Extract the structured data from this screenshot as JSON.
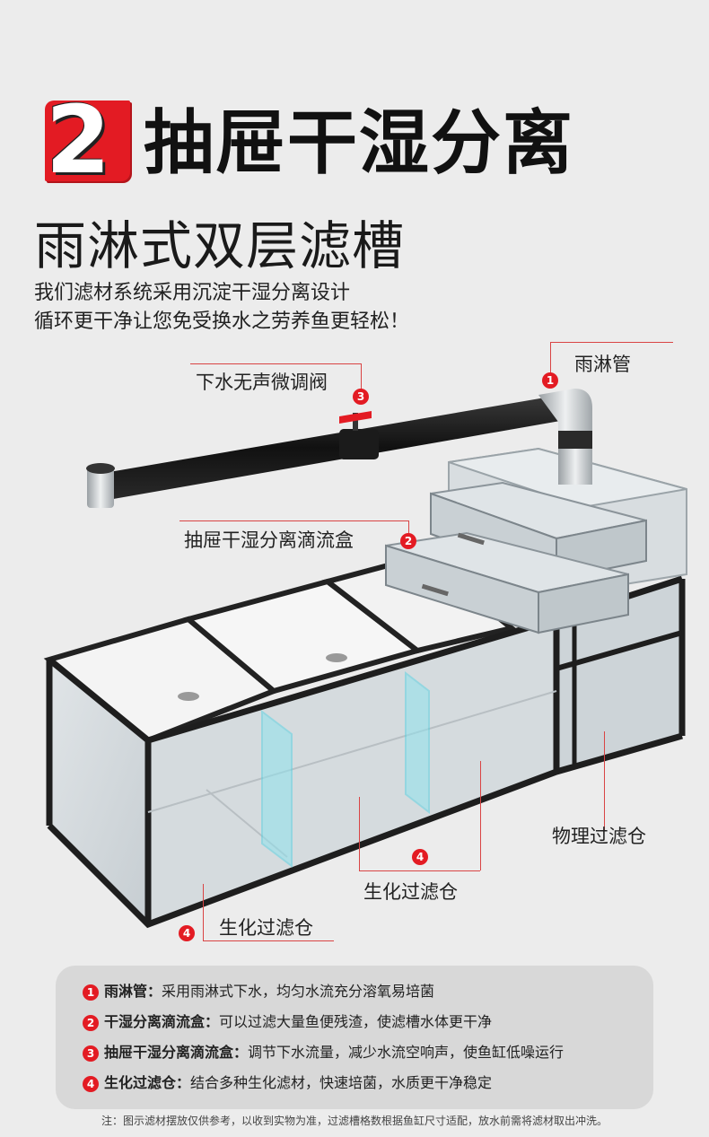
{
  "header": {
    "badge_number": "2",
    "title": "抽屉干湿分离"
  },
  "subtitle": "雨淋式双层滤槽",
  "description": [
    "我们滤材系统采用沉淀干湿分离设计",
    "循环更干净让您免受换水之劳养鱼更轻松！"
  ],
  "callouts": {
    "rain_pipe": {
      "num": "1",
      "label": "雨淋管"
    },
    "drip_box": {
      "num": "2",
      "label": "抽屉干湿分离滴流盒"
    },
    "valve": {
      "num": "3",
      "label": "下水无声微调阀"
    },
    "bio_center": {
      "num": "4",
      "label": "生化过滤仓"
    },
    "bio_left": {
      "num": "4",
      "label": "生化过滤仓"
    },
    "physical": {
      "label": "物理过滤仓"
    }
  },
  "legend": [
    {
      "num": "1",
      "name": "雨淋管：",
      "text": "采用雨淋式下水，均匀水流充分溶氧易培菌"
    },
    {
      "num": "2",
      "name": "干湿分离滴流盒：",
      "text": "可以过滤大量鱼便残渣，使滤槽水体更干净"
    },
    {
      "num": "3",
      "name": "抽屉干湿分离滴流盒：",
      "text": "调节下水流量，减少水流空响声，使鱼缸低噪运行"
    },
    {
      "num": "4",
      "name": "生化过滤仓：",
      "text": "结合多种生化滤材，快速培菌，水质更干净稳定"
    }
  ],
  "note": "注：图示滤材摆放仅供参考，以收到实物为准，过滤槽格数根据鱼缸尺寸适配，放水前需将滤材取出冲洗。",
  "colors": {
    "accent": "#e31b23",
    "frame": "#1e1e1e",
    "glass": "#cfd6da",
    "divider": "#5fd3e3"
  }
}
